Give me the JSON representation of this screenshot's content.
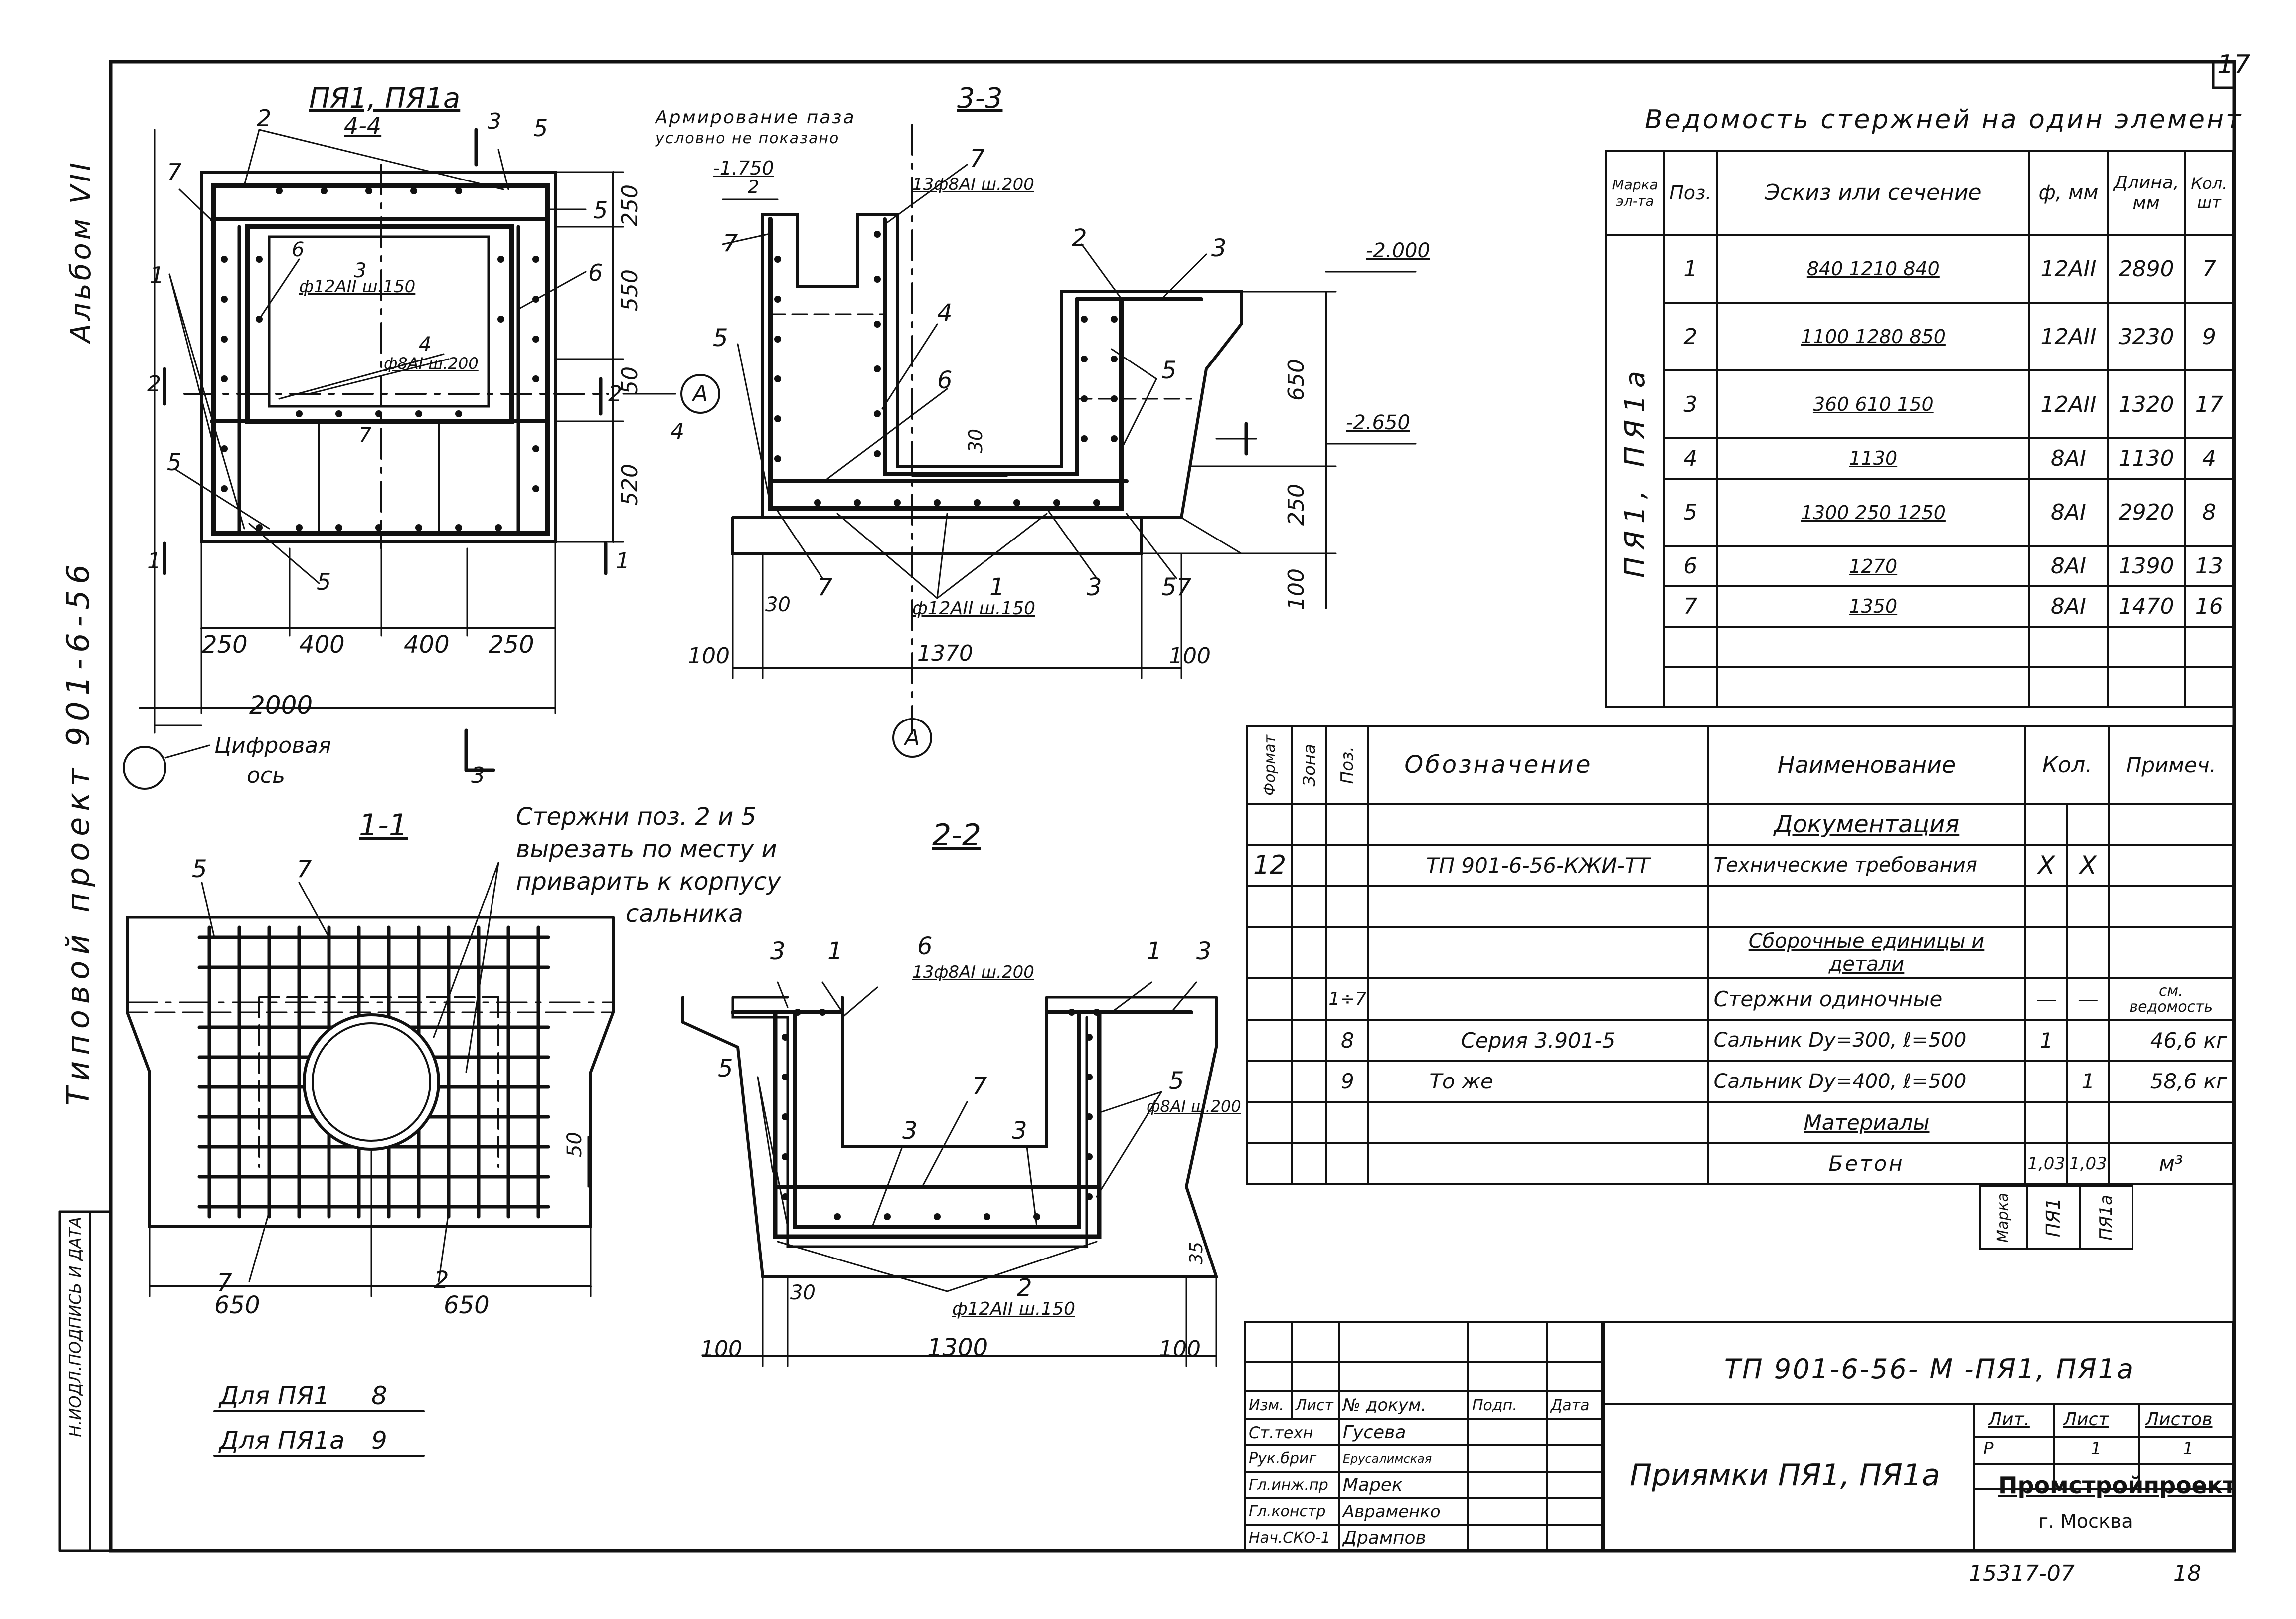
{
  "sheet": {
    "page_number": "17",
    "album": "Альбом VII",
    "project": "Типовой проект 901-6-56",
    "left_stamp": "Н.ИОДЛ.ПОДПИСЬ И ДАТА",
    "archive_number": "15317-07",
    "archive_sheet": "18"
  },
  "views": {
    "plan": {
      "title": "ПЯ1, ПЯ1а",
      "section": "4-4",
      "dims_bottom": [
        "250",
        "400",
        "400",
        "250"
      ],
      "total": "2000",
      "dims_right": [
        "250",
        "550",
        "50",
        "520"
      ],
      "axis_label_1": "Цифровая",
      "axis_label_2": "ось",
      "rebar_3": "ф12АII ш.150",
      "rebar_4": "ф8АI ш.200",
      "cut_marks": [
        "1",
        "1",
        "2",
        "2",
        "3",
        "3",
        "4"
      ],
      "callouts": [
        "7",
        "2",
        "3",
        "5",
        "5",
        "1",
        "6",
        "6",
        "3",
        "4",
        "7",
        "5",
        "5"
      ]
    },
    "sec33": {
      "title": "3-3",
      "note_1": "Армирование паза",
      "note_2": "условно не показано",
      "rebar_7": "13ф8АI ш.200",
      "rebar_1": "ф12АII ш.150",
      "elev_1": "-1.750",
      "elev_2": "-2.000",
      "elev_3": "-2.650",
      "dims": [
        "100",
        "1370",
        "100",
        "30",
        "30",
        "650",
        "250",
        "100",
        "2"
      ],
      "callouts": [
        "7",
        "7",
        "5",
        "4",
        "6",
        "2",
        "3",
        "5",
        "5",
        "7",
        "3",
        "1",
        "7"
      ],
      "axis": "А"
    },
    "sec11": {
      "title": "1-1",
      "note_1": "Стержни поз. 2 и 5",
      "note_2": "вырезать по месту и",
      "note_3": "приварить к корпусу",
      "note_4": "сальника",
      "dims": [
        "650",
        "650",
        "50"
      ],
      "callouts": [
        "5",
        "7",
        "7",
        "2"
      ]
    },
    "sec22": {
      "title": "2-2",
      "rebar_6": "13ф8АI ш.200",
      "rebar_5": "ф8АI ш.200",
      "rebar_2": "ф12АII ш.150",
      "dims": [
        "100",
        "1300",
        "100",
        "30",
        "35"
      ],
      "callouts": [
        "3",
        "1",
        "6",
        "1",
        "3",
        "5",
        "5",
        "7",
        "3",
        "3",
        "2"
      ]
    },
    "legend": [
      {
        "label": "Для ПЯ1",
        "value": "8"
      },
      {
        "label": "Для ПЯ1а",
        "value": "9"
      }
    ]
  },
  "bars_table": {
    "title": "Ведомость стержней на один элемент",
    "headers": [
      "Марка эл-та",
      "Поз.",
      "Эскиз или сечение",
      "ф, мм",
      "Длина, мм",
      "Кол. шт"
    ],
    "mark": "ПЯ1, ПЯ1а",
    "rows": [
      {
        "pos": "1",
        "sketch": "840 1210 840",
        "dia": "12АII",
        "len": "2890",
        "qty": "7"
      },
      {
        "pos": "2",
        "sketch": "1100 1280 850",
        "dia": "12АII",
        "len": "3230",
        "qty": "9"
      },
      {
        "pos": "3",
        "sketch": "360 610 150",
        "dia": "12АII",
        "len": "1320",
        "qty": "17"
      },
      {
        "pos": "4",
        "sketch": "1130",
        "dia": "8АI",
        "len": "1130",
        "qty": "4"
      },
      {
        "pos": "5",
        "sketch": "1300 250 1250",
        "dia": "8АI",
        "len": "2920",
        "qty": "8"
      },
      {
        "pos": "6",
        "sketch": "1270",
        "dia": "8АI",
        "len": "1390",
        "qty": "13"
      },
      {
        "pos": "7",
        "sketch": "1350",
        "dia": "8АI",
        "len": "1470",
        "qty": "16"
      }
    ]
  },
  "spec_table": {
    "headers": [
      "Формат",
      "Зона",
      "Поз.",
      "Обозначение",
      "Наименование",
      "Кол.",
      "Примеч."
    ],
    "rows": [
      {
        "fmt": "",
        "zone": "",
        "pos": "",
        "code": "",
        "name": "Документация",
        "q1": "",
        "q2": "",
        "note": "",
        "section": true
      },
      {
        "fmt": "12",
        "zone": "",
        "pos": "",
        "code": "ТП 901-6-56-КЖИ-ТТ",
        "name": "Технические требования",
        "q1": "X",
        "q2": "X",
        "note": ""
      },
      {
        "fmt": "",
        "zone": "",
        "pos": "",
        "code": "",
        "name": "",
        "q1": "",
        "q2": "",
        "note": ""
      },
      {
        "fmt": "",
        "zone": "",
        "pos": "",
        "code": "",
        "name": "Сборочные единицы и детали",
        "q1": "",
        "q2": "",
        "note": "",
        "section": true
      },
      {
        "fmt": "",
        "zone": "",
        "pos": "1÷7",
        "code": "",
        "name": "Стержни одиночные",
        "q1": "—",
        "q2": "—",
        "note": "см. ведомость"
      },
      {
        "fmt": "",
        "zone": "",
        "pos": "8",
        "code": "Серия 3.901-5",
        "name": "Сальник Dу=300, ℓ=500",
        "q1": "1",
        "q2": "",
        "note": "46,6 кг"
      },
      {
        "fmt": "",
        "zone": "",
        "pos": "9",
        "code": "То же",
        "name": "Сальник Dу=400, ℓ=500",
        "q1": "",
        "q2": "1",
        "note": "58,6 кг"
      },
      {
        "fmt": "",
        "zone": "",
        "pos": "",
        "code": "",
        "name": "Материалы",
        "q1": "",
        "q2": "",
        "note": "",
        "section": true
      },
      {
        "fmt": "",
        "zone": "",
        "pos": "",
        "code": "",
        "name": "Бетон",
        "q1": "1,03",
        "q2": "1,03",
        "note": "м³"
      }
    ],
    "marks": {
      "label": "Марка",
      "m1": "ПЯ1",
      "m2": "ПЯ1а"
    }
  },
  "title_block": {
    "code": "ТП 901-6-56- М -ПЯ1, ПЯ1а",
    "name": "Приямки ПЯ1, ПЯ1а",
    "col_headers": [
      "Изм.",
      "Лист",
      "№ докум.",
      "Подп.",
      "Дата"
    ],
    "staff": [
      {
        "role": "Ст.техн",
        "name": "Гусева"
      },
      {
        "role": "Рук.бриг",
        "name": "Ерусалимская"
      },
      {
        "role": "Гл.инж.пр",
        "name": "Марек"
      },
      {
        "role": "Гл.констр",
        "name": "Авраменко"
      },
      {
        "role": "Нач.СКО-1",
        "name": "Дрампов"
      }
    ],
    "lit_label": "Лит.",
    "list_label": "Лист",
    "lists_label": "Листов",
    "lit": "Р",
    "list": "1",
    "lists": "1",
    "org": "Промстройпроект",
    "city": "г. Москва"
  }
}
